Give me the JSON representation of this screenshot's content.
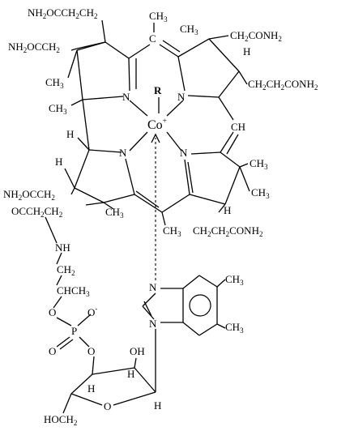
{
  "structure": {
    "nh2": "NH",
    "nh2_sub": "2",
    "ch2": "CH",
    "ch2_sub": "2",
    "ch3": "CH",
    "ch3_sub": "3",
    "occh2": "OCCH",
    "occh2_sub": "2",
    "occh2ch2": "OCCH",
    "ch2_tail": "CH",
    "conh2": "CONH",
    "conh2_sub": "2",
    "ch2ch2conh2": "CH",
    "ch2conh2_mid": "CH",
    "n": "N",
    "h": "H",
    "r": "R",
    "co": "Co",
    "co_charge": "+",
    "ch": "CH",
    "occh2ch2_left": "OCCH",
    "nh": "NH",
    "ch2_plain": "CH",
    "chch3": "CHCH",
    "o": "O",
    "o_minus": "-",
    "p": "P",
    "oh": "OH",
    "hoch2": "HOCH"
  }
}
